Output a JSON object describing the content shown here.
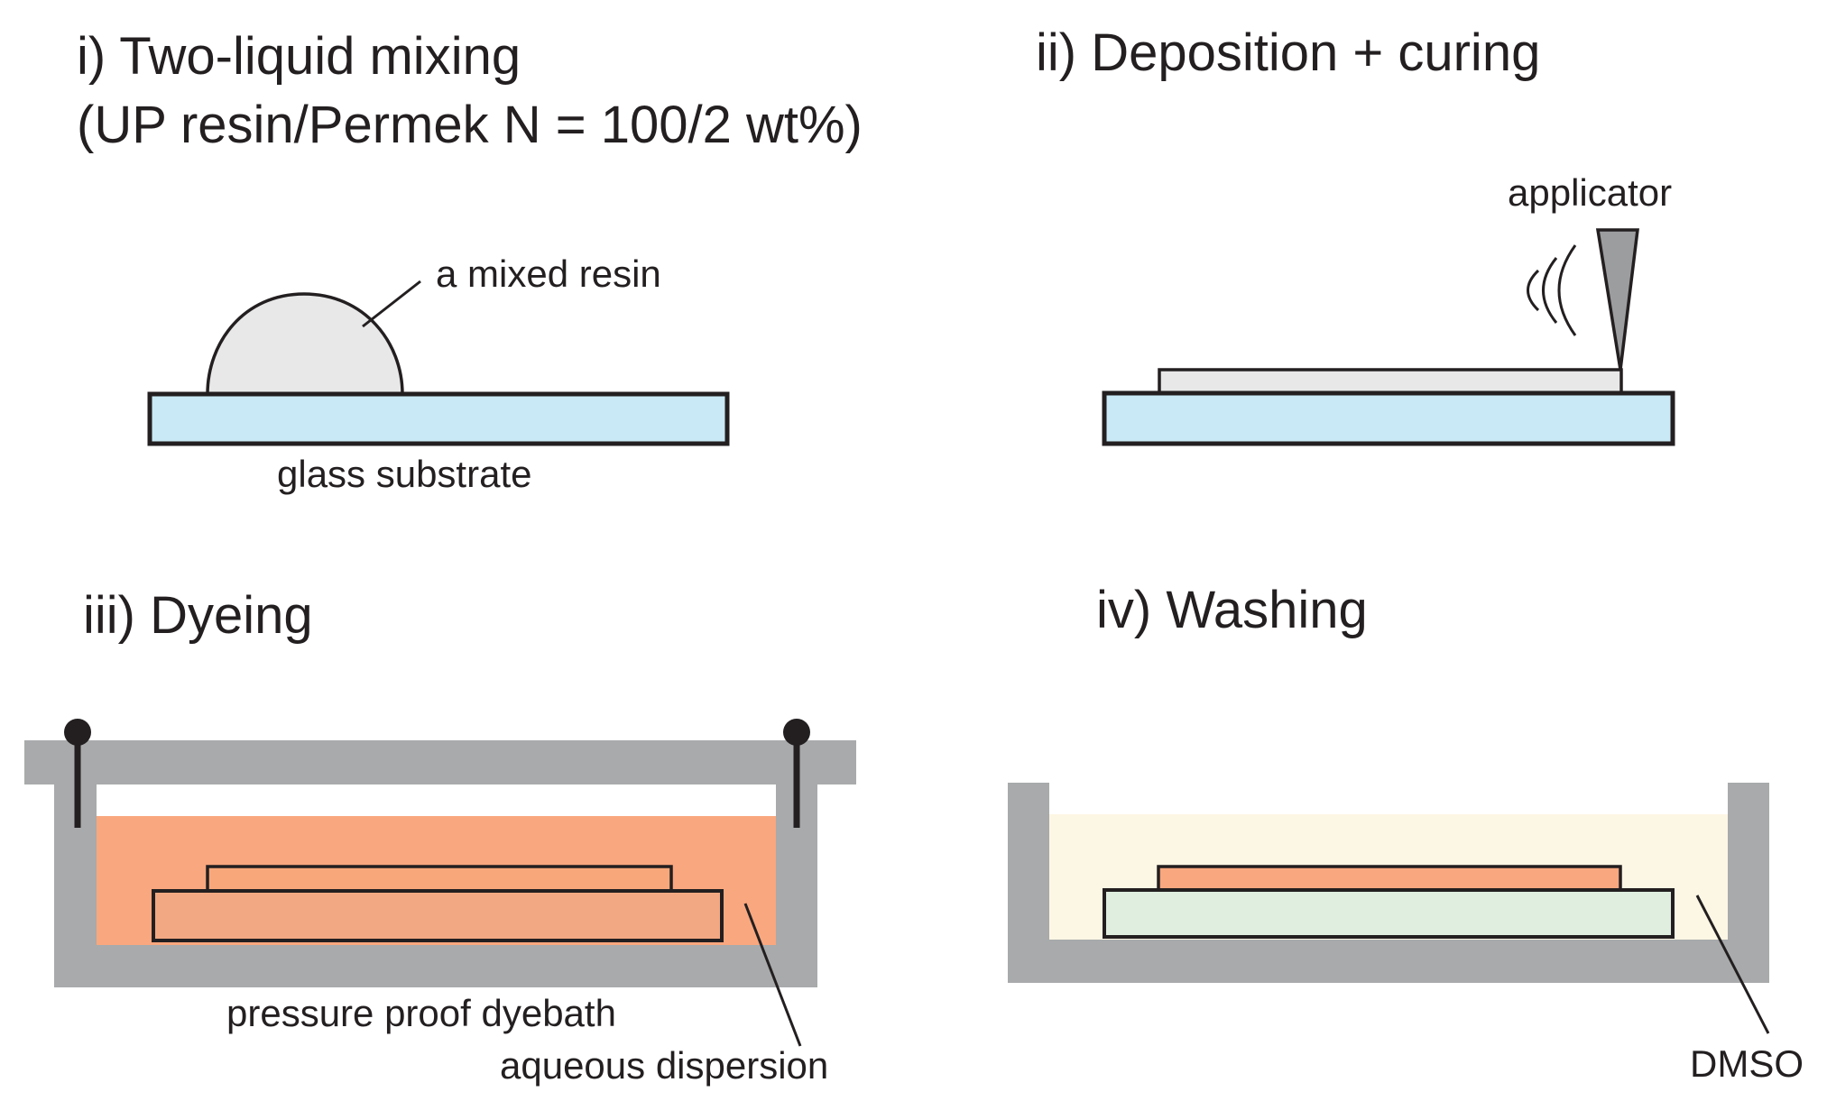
{
  "panels": {
    "mixing": {
      "title": "i) Two-liquid mixing",
      "subtitle": "(UP resin/Permek N = 100/2 wt%)",
      "resin_label": "a mixed resin",
      "substrate_label": "glass substrate"
    },
    "deposition": {
      "title": "ii) Deposition + curing",
      "applicator_label": "applicator"
    },
    "dyeing": {
      "title": "iii) Dyeing",
      "bath_label": "pressure proof dyebath",
      "dispersion_label": "aqueous dispersion"
    },
    "washing": {
      "title": "iv) Washing",
      "solvent_label": "DMSO"
    }
  },
  "colors": {
    "glass": "#c8e9f5",
    "resin": "#e8e8e8",
    "vessel": "#a8aaab",
    "dye_bath": "#f9a77e",
    "dyed_resin": "#f8a77a",
    "dyed_substrate": "#f2a882",
    "dmso": "#fcf6e4",
    "washed_substrate": "#dfeedf",
    "applicator": "#9c9d9f",
    "stroke": "#231f20"
  }
}
